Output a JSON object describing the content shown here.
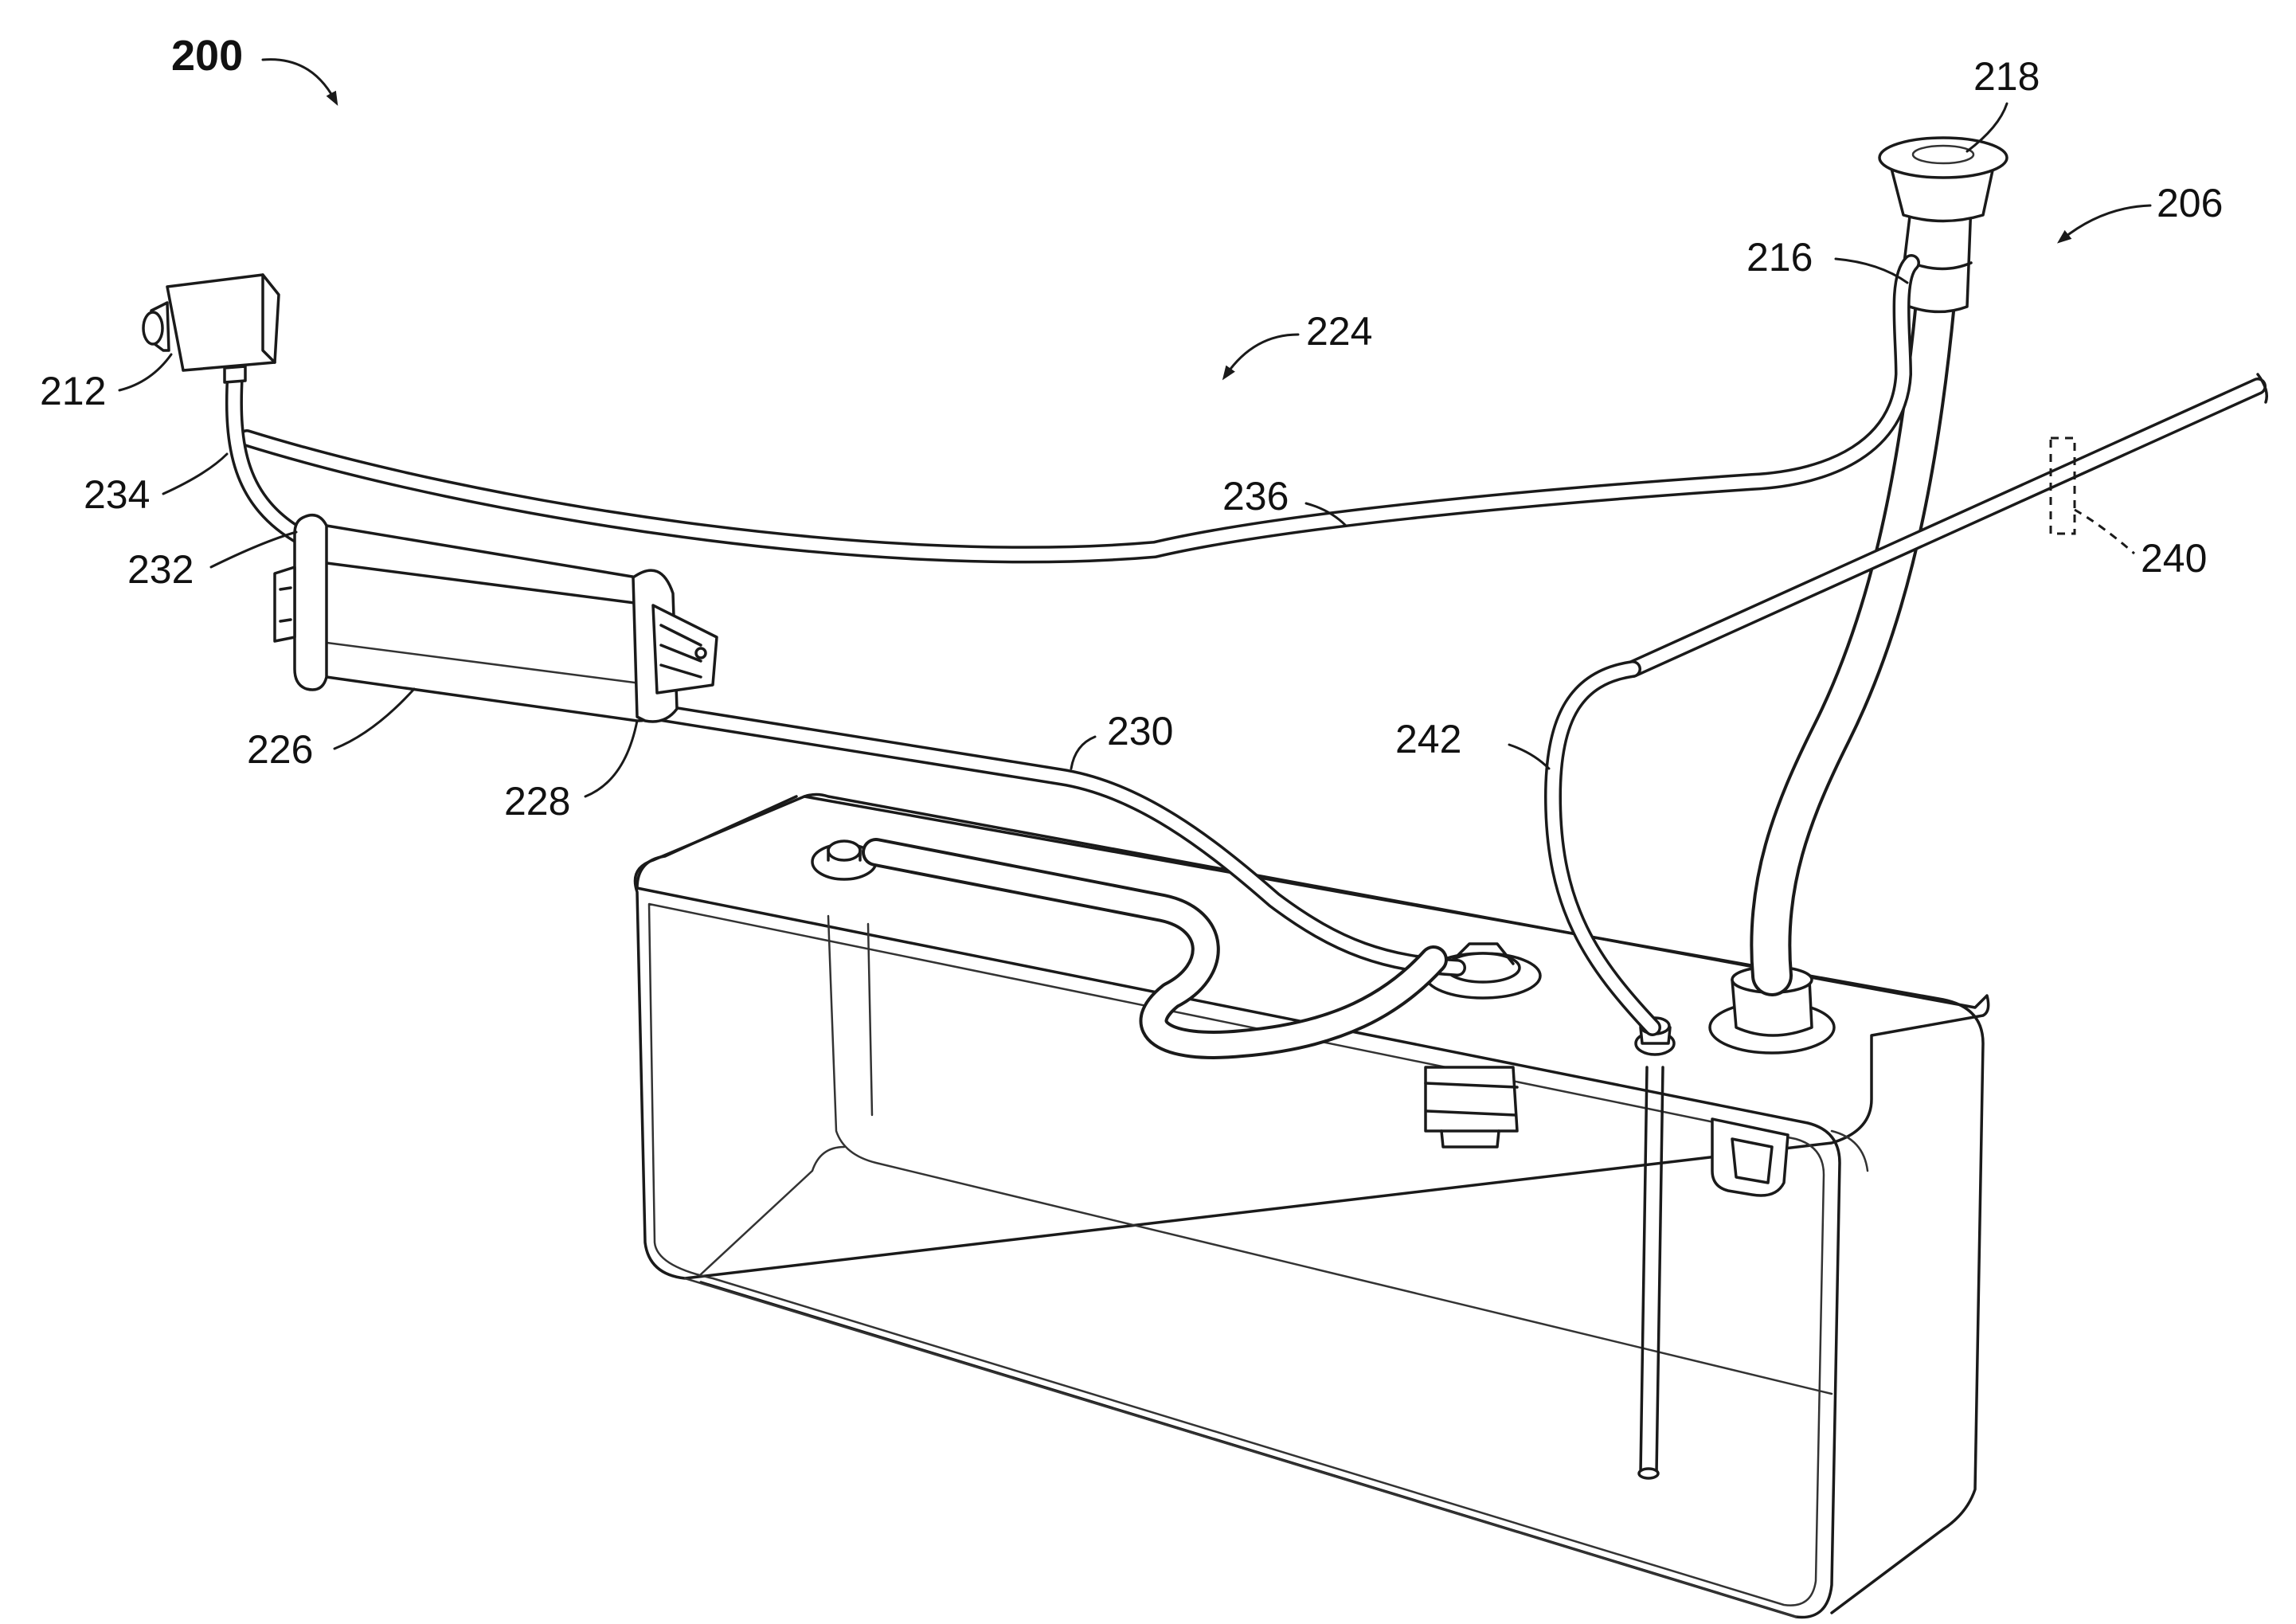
{
  "figure": {
    "reference_numerals": {
      "system": "200",
      "filler_assembly": "206",
      "component_212": "212",
      "line_216": "216",
      "fuel_cap": "218",
      "evap_system": "224",
      "canister": "226",
      "port_228": "228",
      "line_230": "230",
      "port_232": "232",
      "line_234": "234",
      "line_236": "236",
      "boundary_240": "240",
      "line_242": "242"
    }
  }
}
